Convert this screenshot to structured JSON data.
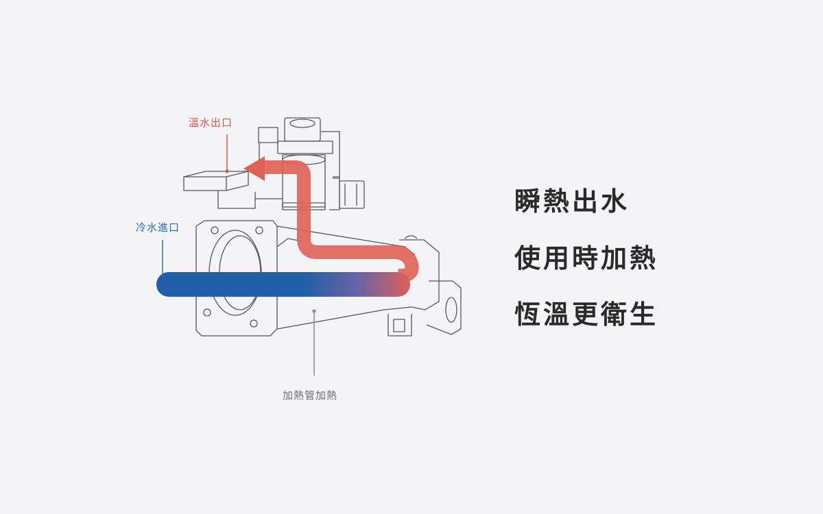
{
  "callouts": {
    "hot_water_outlet": "溫水出口",
    "cold_water_inlet": "冷水進口",
    "heating_pipe": "加熱管加熱"
  },
  "headline": {
    "line1": "瞬熱出水",
    "line2": "使用時加熱",
    "line3": "恆溫更衛生"
  },
  "colors": {
    "background": "#f4f4f6",
    "hot": "#e06055",
    "cold": "#1f5ea8",
    "outline": "#555555",
    "headline_text": "#2a2a2a"
  }
}
